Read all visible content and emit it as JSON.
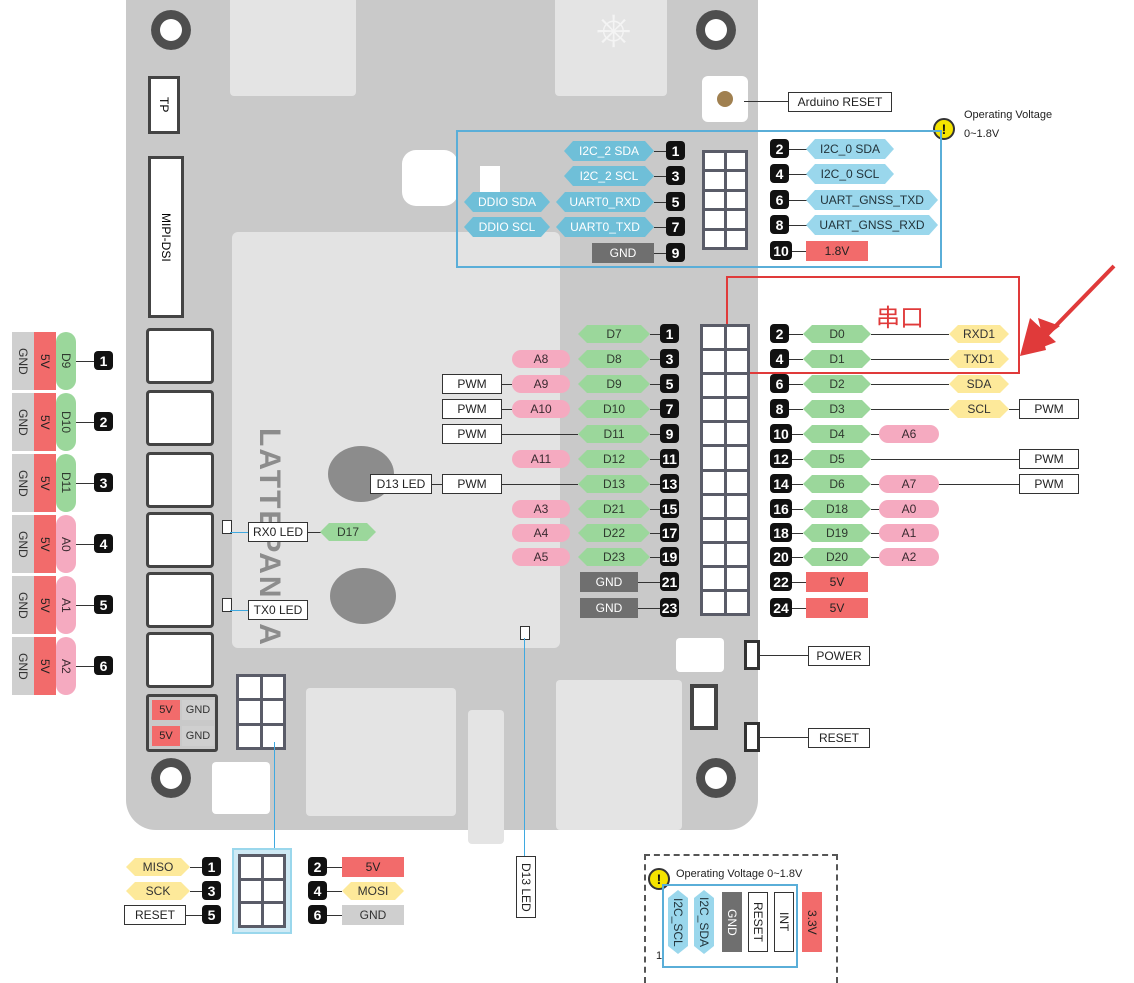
{
  "board": {
    "tp_label": "TP",
    "mipi_label": "MIPI-DSI",
    "arduino_reset": "Arduino RESET",
    "operating_voltage_title": "Operating Voltage",
    "operating_voltage_range": "0~1.8V",
    "power_button": "POWER",
    "reset_button": "RESET",
    "rx0_led": "RX0 LED",
    "tx0_led": "TX0 LED",
    "d13_led": "D13 LED",
    "d13_led_vertical": "D13 LED",
    "d17": "D17",
    "vcc_5v": "5V",
    "gnd": "GND"
  },
  "top_header": {
    "left": [
      {
        "num": "1",
        "pin": "I2C_2 SDA",
        "ext": ""
      },
      {
        "num": "3",
        "pin": "I2C_2 SCL",
        "ext": ""
      },
      {
        "num": "5",
        "pin": "UART0_RXD",
        "ext": "DDIO SDA"
      },
      {
        "num": "7",
        "pin": "UART0_TXD",
        "ext": "DDIO SCL"
      },
      {
        "num": "9",
        "pin": "GND",
        "ext": ""
      }
    ],
    "right": [
      {
        "num": "2",
        "pin": "I2C_0 SDA"
      },
      {
        "num": "4",
        "pin": "I2C_0 SCL"
      },
      {
        "num": "6",
        "pin": "UART_GNSS_TXD"
      },
      {
        "num": "8",
        "pin": "UART_GNSS_RXD"
      },
      {
        "num": "10",
        "pin": "1.8V"
      }
    ]
  },
  "serial_note": "串口",
  "main_header": {
    "left": [
      {
        "num": "1",
        "pin": "D7",
        "alt": "",
        "pwm": ""
      },
      {
        "num": "3",
        "pin": "D8",
        "alt": "A8",
        "pwm": ""
      },
      {
        "num": "5",
        "pin": "D9",
        "alt": "A9",
        "pwm": "PWM"
      },
      {
        "num": "7",
        "pin": "D10",
        "alt": "A10",
        "pwm": "PWM"
      },
      {
        "num": "9",
        "pin": "D11",
        "alt": "",
        "pwm": "PWM"
      },
      {
        "num": "11",
        "pin": "D12",
        "alt": "A11",
        "pwm": ""
      },
      {
        "num": "13",
        "pin": "D13",
        "alt": "",
        "pwm": "PWM"
      },
      {
        "num": "15",
        "pin": "D21",
        "alt": "A3",
        "pwm": ""
      },
      {
        "num": "17",
        "pin": "D22",
        "alt": "A4",
        "pwm": ""
      },
      {
        "num": "19",
        "pin": "D23",
        "alt": "A5",
        "pwm": ""
      },
      {
        "num": "21",
        "pin": "GND",
        "alt": "",
        "pwm": ""
      },
      {
        "num": "23",
        "pin": "GND",
        "alt": "",
        "pwm": ""
      }
    ],
    "right": [
      {
        "num": "2",
        "pin": "D0",
        "func": "RXD1",
        "alt": "",
        "pwm": ""
      },
      {
        "num": "4",
        "pin": "D1",
        "func": "TXD1",
        "alt": "",
        "pwm": ""
      },
      {
        "num": "6",
        "pin": "D2",
        "func": "SDA",
        "alt": "",
        "pwm": ""
      },
      {
        "num": "8",
        "pin": "D3",
        "func": "SCL",
        "alt": "",
        "pwm": "PWM"
      },
      {
        "num": "10",
        "pin": "D4",
        "func": "",
        "alt": "A6",
        "pwm": ""
      },
      {
        "num": "12",
        "pin": "D5",
        "func": "",
        "alt": "",
        "pwm": "PWM"
      },
      {
        "num": "14",
        "pin": "D6",
        "func": "",
        "alt": "A7",
        "pwm": "PWM"
      },
      {
        "num": "16",
        "pin": "D18",
        "func": "",
        "alt": "A0",
        "pwm": ""
      },
      {
        "num": "18",
        "pin": "D19",
        "func": "",
        "alt": "A1",
        "pwm": ""
      },
      {
        "num": "20",
        "pin": "D20",
        "func": "",
        "alt": "A2",
        "pwm": ""
      },
      {
        "num": "22",
        "pin": "5V",
        "func": "",
        "alt": "",
        "pwm": ""
      },
      {
        "num": "24",
        "pin": "5V",
        "func": "",
        "alt": "",
        "pwm": ""
      }
    ]
  },
  "gravity_ports": [
    {
      "num": "1",
      "signal": "D9",
      "vcc": "5V",
      "gnd": "GND"
    },
    {
      "num": "2",
      "signal": "D10",
      "vcc": "5V",
      "gnd": "GND"
    },
    {
      "num": "3",
      "signal": "D11",
      "vcc": "5V",
      "gnd": "GND"
    },
    {
      "num": "4",
      "signal": "A0",
      "vcc": "5V",
      "gnd": "GND"
    },
    {
      "num": "5",
      "signal": "A1",
      "vcc": "5V",
      "gnd": "GND"
    },
    {
      "num": "6",
      "signal": "A2",
      "vcc": "5V",
      "gnd": "GND"
    }
  ],
  "icsp": [
    {
      "num": "1",
      "label": "MISO"
    },
    {
      "num": "2",
      "label": "5V"
    },
    {
      "num": "3",
      "label": "SCK"
    },
    {
      "num": "4",
      "label": "MOSI"
    },
    {
      "num": "5",
      "label": "RESET"
    },
    {
      "num": "6",
      "label": "GND"
    }
  ],
  "i2c_connector": {
    "voltage": "Operating Voltage 0~1.8V",
    "pin1": "1",
    "pins": [
      "I2C_SCL",
      "I2C_SDA",
      "GND",
      "RESET",
      "INT",
      "3.3V"
    ]
  },
  "colors": {
    "board": "#c9c9c9",
    "digital": "#9bd79b",
    "analog": "#f5aac0",
    "i2c": "#9ad7ec",
    "serial": "#fde99a",
    "power": "#f26b6b",
    "ground": "#6f6f6f",
    "highlight": "#e03a3a"
  }
}
